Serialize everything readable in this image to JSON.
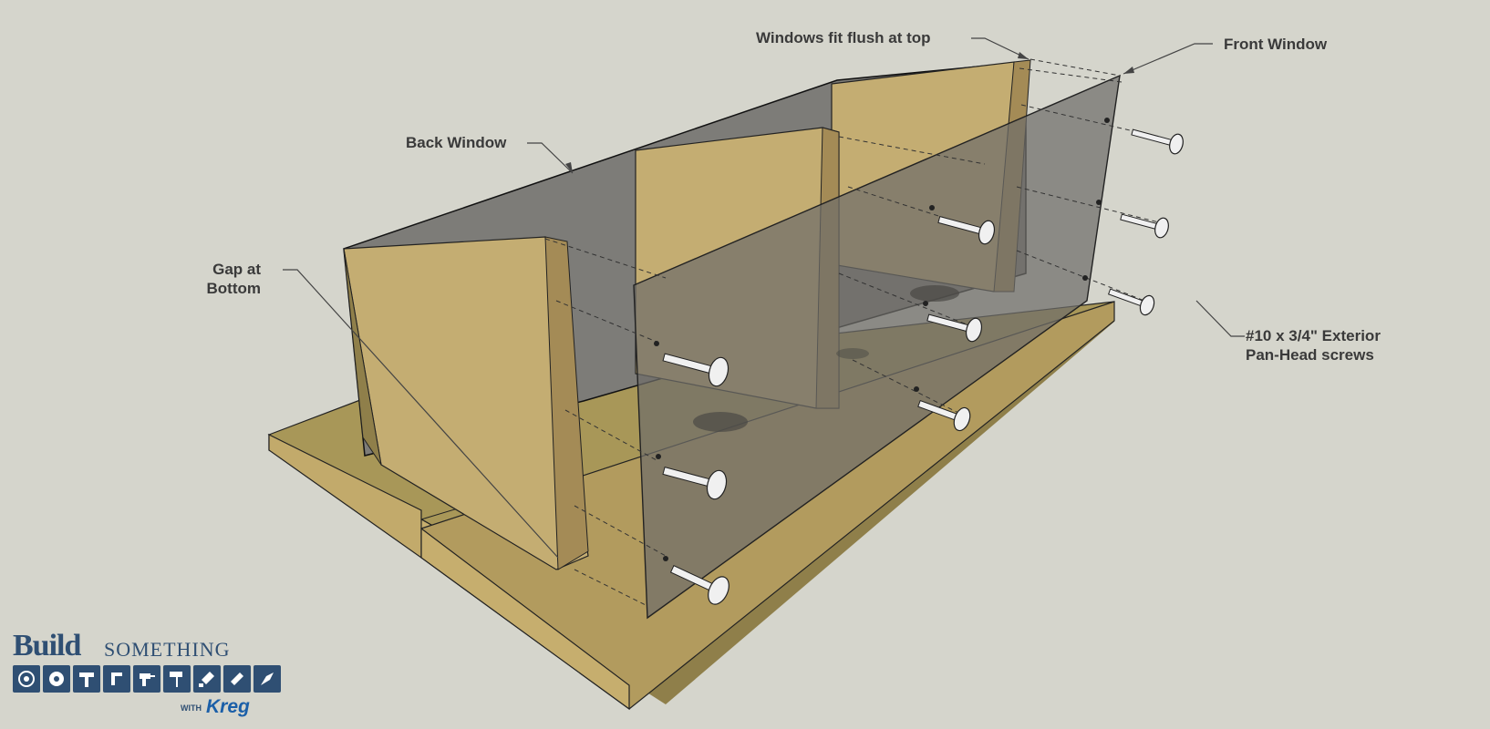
{
  "labels": {
    "windows_flush": "Windows fit flush at top",
    "front_window": "Front Window",
    "back_window": "Back Window",
    "gap_line1": "Gap at",
    "gap_line2": "Bottom",
    "screws_line1": "#10 x 3/4\" Exterior",
    "screws_line2": "Pan-Head screws"
  },
  "logo": {
    "build": "Build",
    "something": "SOMETHING",
    "with": "WITH",
    "brand": "Kreg"
  },
  "colors": {
    "background": "#d5d5cc",
    "wood_face": "#c4ad72",
    "wood_side": "#a48b56",
    "base_top": "#a89758",
    "base_front": "#c6ae6e",
    "acrylic": "#6f6e69",
    "logo_blue": "#2f4f73"
  },
  "icons": [
    "disc-icon",
    "saw-blade-icon",
    "hammer-icon",
    "clamp-icon",
    "drill-icon",
    "paint-roller-icon",
    "brush-icon",
    "sander-icon",
    "trowel-icon"
  ]
}
